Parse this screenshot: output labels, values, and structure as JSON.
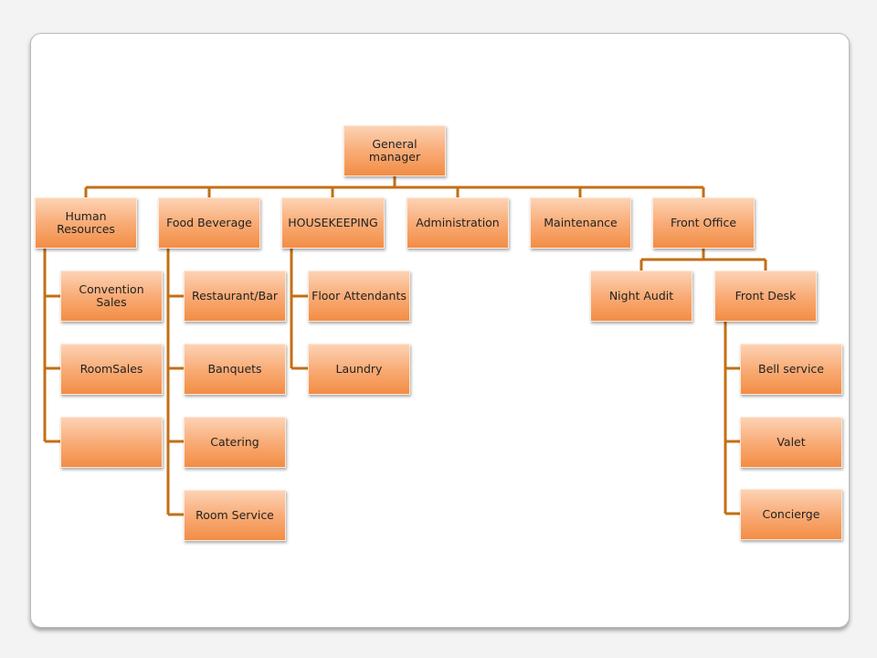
{
  "org_chart": {
    "root": "General manager",
    "departments": {
      "human_resources": {
        "label": "Human Resources",
        "children": [
          "Convention Sales",
          "RoomSales",
          ""
        ]
      },
      "food_beverage": {
        "label": "Food Beverage",
        "children": [
          "Restaurant/Bar",
          "Banquets",
          "Catering",
          "Room Service"
        ]
      },
      "housekeeping": {
        "label": "HOUSEKEEPING",
        "children": [
          "Floor Attendants",
          "Laundry"
        ]
      },
      "administration": {
        "label": "Administration"
      },
      "maintenance": {
        "label": "Maintenance"
      },
      "front_office": {
        "label": "Front Office",
        "children": [
          "Night Audit",
          "Front Desk"
        ],
        "front_desk_children": [
          "Bell service",
          "Valet",
          "Concierge"
        ]
      }
    }
  },
  "colors": {
    "connector": "#c36f14",
    "box_top": "#fcd3b4",
    "box_bottom": "#f28d45"
  }
}
